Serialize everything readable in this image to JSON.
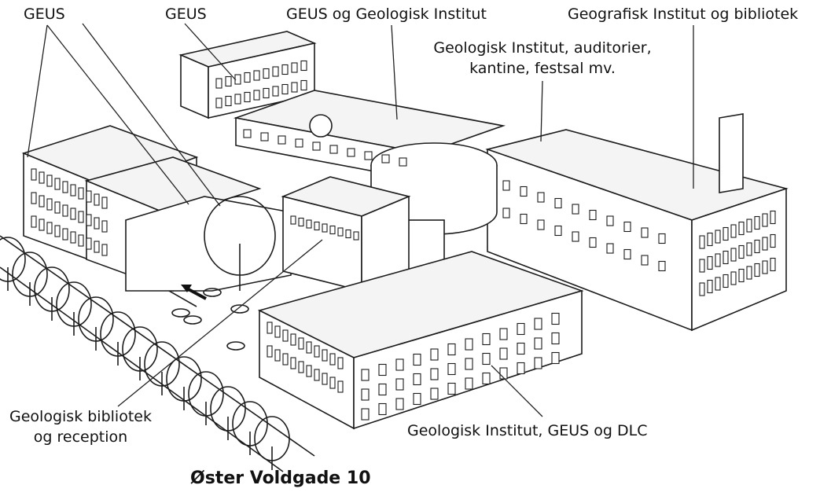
{
  "labels": {
    "geus_left": "GEUS",
    "geus_mid": "GEUS",
    "geus_geologisk": "GEUS og Geologisk Institut",
    "geografisk": "Geografisk Institut og bibliotek",
    "auditorier_line1": "Geologisk Institut, auditorier,",
    "auditorier_line2": "kantine, festsal mv.",
    "bibliotek_line1": "Geologisk bibliotek",
    "bibliotek_line2": "og reception",
    "dlc": "Geologisk Institut, GEUS og DLC"
  },
  "address": "Øster Voldgade 10",
  "colors": {
    "ink": "#1c1c1c",
    "paper": "#ffffff"
  }
}
